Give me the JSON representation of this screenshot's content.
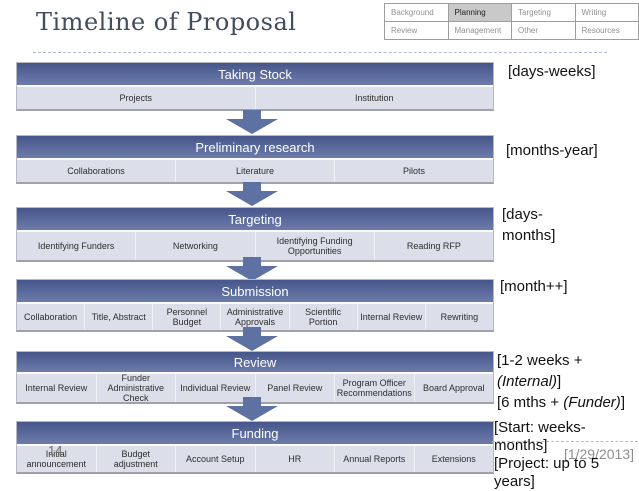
{
  "slide": {
    "title": "Timeline of Proposal",
    "slide_number": "14",
    "date": "[1/29/2013]"
  },
  "legend": {
    "active_cell": "Planning",
    "cells": [
      "Background",
      "Planning",
      "Targeting",
      "Writing",
      "Review",
      "Management",
      "Other",
      "Resources"
    ]
  },
  "stages": [
    {
      "title": "Taking Stock",
      "cells": [
        "Projects",
        "Institution"
      ]
    },
    {
      "title": "Preliminary research",
      "cells": [
        "Collaborations",
        "Literature",
        "Pilots"
      ]
    },
    {
      "title": "Targeting",
      "cells": [
        "Identifying Funders",
        "Networking",
        "Identifying Funding Opportunities",
        "Reading RFP"
      ]
    },
    {
      "title": "Submission",
      "cells": [
        "Collaboration",
        "Title, Abstract",
        "Personnel Budget",
        "Administrative Approvals",
        "Scientific Portion",
        "Internal Review",
        "Rewriting"
      ]
    },
    {
      "title": "Review",
      "cells": [
        "Internal Review",
        "Funder Administrative Check",
        "Individual Review",
        "Panel Review",
        "Program Officer Recommendations",
        "Board Approval"
      ]
    },
    {
      "title": "Funding",
      "cells": [
        "Initial announcement",
        "Budget adjustment",
        "Account Setup",
        "HR",
        "Annual Reports",
        "Extensions"
      ]
    }
  ],
  "annotations": {
    "taking_stock": "[days-weeks]",
    "preliminary_research": "[months-year]",
    "targeting": "[days-\nmonths]",
    "submission": "[month++]",
    "review": {
      "line1": "[1-2 weeks +",
      "line2_italic": "(Internal)",
      "line2_end": "]",
      "line3_start": "[6 mths + ",
      "line3_italic": "(Funder)",
      "line3_end": "]"
    },
    "funding": "[Start: weeks-\nmonths]\n[Project: up to 5\nyears]"
  },
  "colors": {
    "stage_header_blue": "#5b6b9d",
    "stage_body_row": "#dcdee9",
    "arrow_blue": "#5e71a3",
    "legend_active_bg": "#c9c9c9",
    "dashed_line": "#b3bdd1",
    "title_text": "#414c5e",
    "muted_gray_text": "#8f8f8f"
  }
}
